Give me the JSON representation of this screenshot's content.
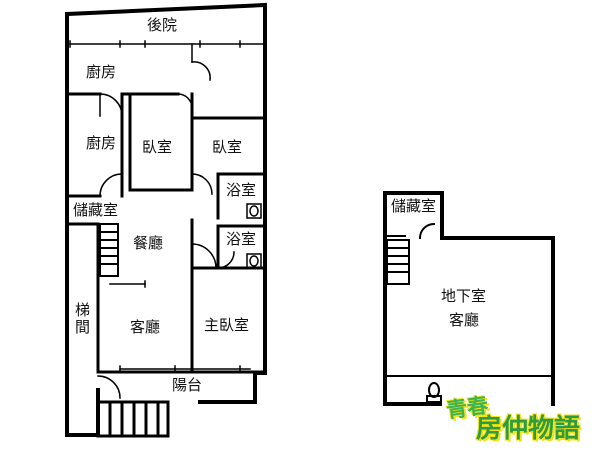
{
  "main_floor": {
    "rooms": {
      "backyard": "後院",
      "kitchen_top": "廚房",
      "kitchen_mid": "廚房",
      "bedroom_1": "臥室",
      "bedroom_2": "臥室",
      "bath_1": "浴室",
      "bath_2": "浴室",
      "storage": "儲藏室",
      "dining": "餐廳",
      "living": "客廳",
      "master_bedroom": "主臥室",
      "stairwell": "梯間",
      "balcony": "陽台"
    }
  },
  "basement": {
    "rooms": {
      "storage": "儲藏室",
      "name": "地下室",
      "living": "客廳"
    }
  },
  "brand": {
    "line1": "青春",
    "line2": "房仲物語"
  },
  "colors": {
    "wall": "#000000",
    "brand_green": "#3fb34f",
    "brand_outline": "#f4e21a"
  }
}
